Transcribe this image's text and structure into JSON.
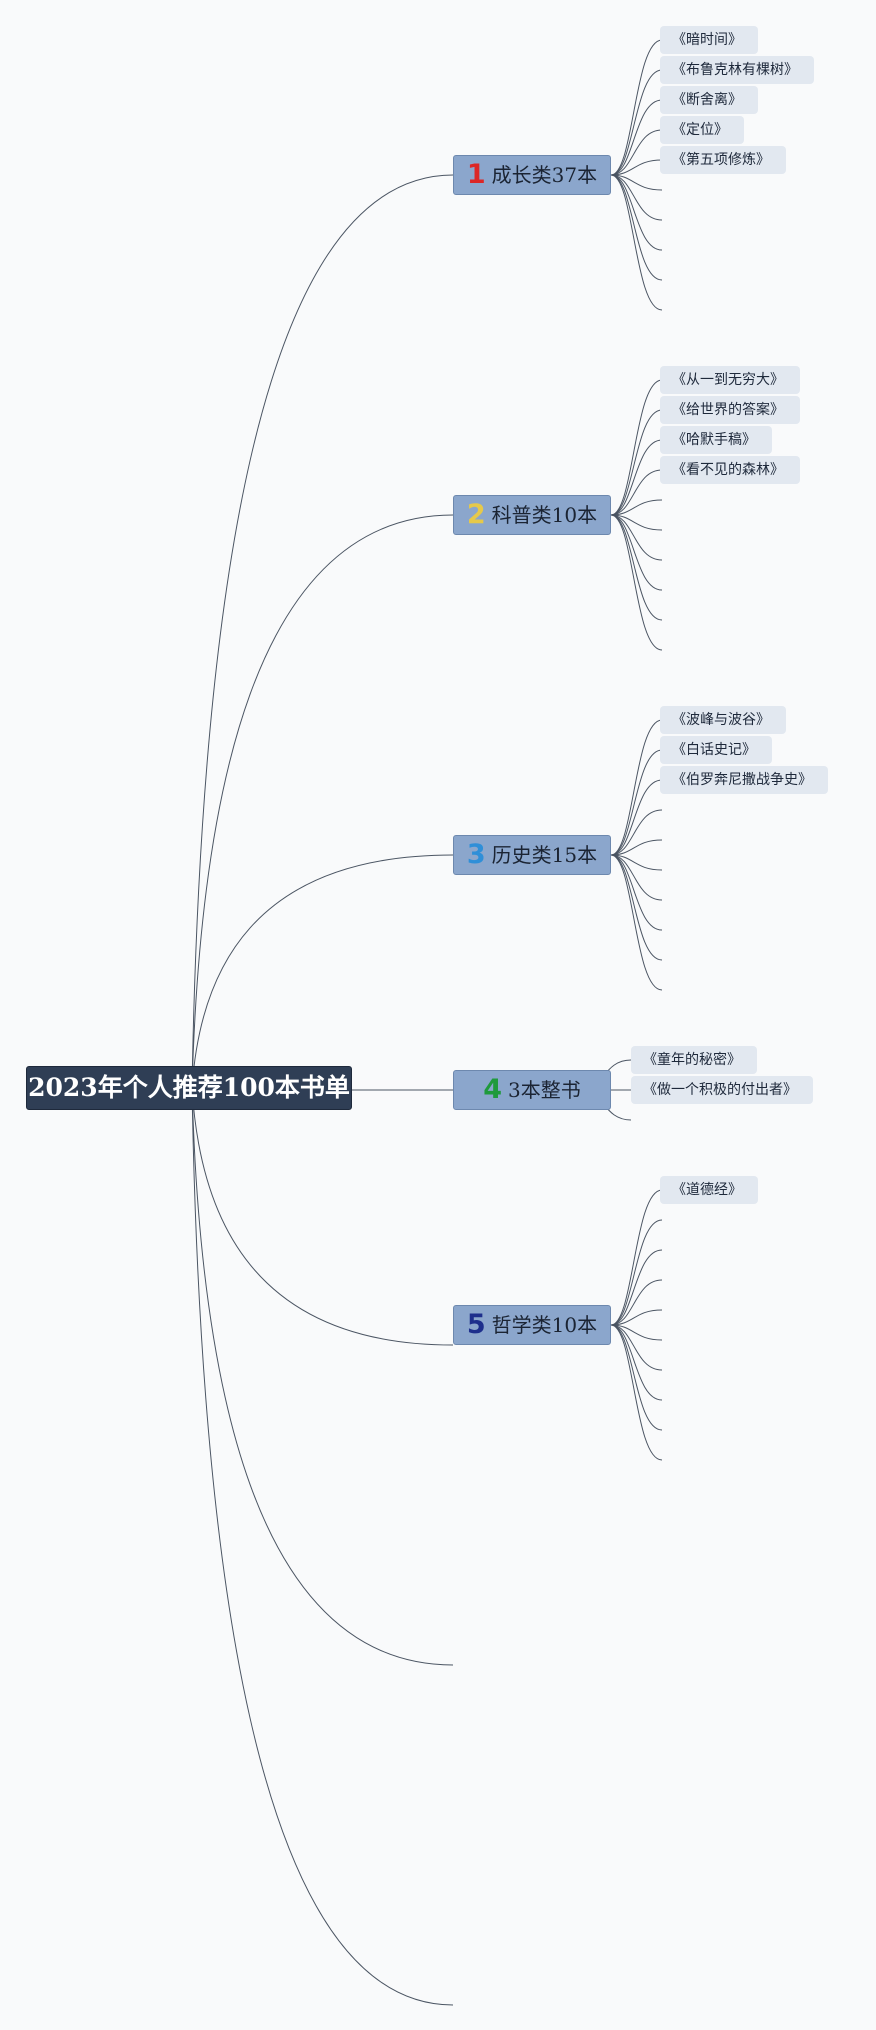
{
  "root": {
    "title": "2023年个人推荐100本书单"
  },
  "categories": [
    {
      "num": "1",
      "num_color": "#dc2626",
      "label": "成长类37本",
      "books": [
        "《暗时间》",
        "《布鲁克林有棵树》",
        "《断舍离》",
        "《定位》",
        "《第五项修炼》"
      ]
    },
    {
      "num": "2",
      "num_color": "#e6c94a",
      "label": "科普类10本",
      "books": [
        "《从一到无穷大》",
        "《给世界的答案》",
        "《哈默手稿》",
        "《看不见的森林》"
      ]
    },
    {
      "num": "3",
      "num_color": "#2f8fd8",
      "label": "历史类15本",
      "books": [
        "《波峰与波谷》",
        "《白话史记》",
        "《伯罗奔尼撒战争史》"
      ]
    },
    {
      "num": "4",
      "num_color": "#1f9a3c",
      "label": "3本整书",
      "books": [
        "《童年的秘密》",
        "《做一个积极的付出者》"
      ]
    },
    {
      "num": "5",
      "num_color": "#1e2f8c",
      "label": "哲学类10本",
      "books": [
        "《道德经》"
      ]
    }
  ],
  "colors": {
    "background": "#f9fafb",
    "root_fill": "#2f3e55",
    "category_fill": "#8ba6cc",
    "book_fill": "#e2e8f0",
    "link_stroke": "#4b5563"
  }
}
